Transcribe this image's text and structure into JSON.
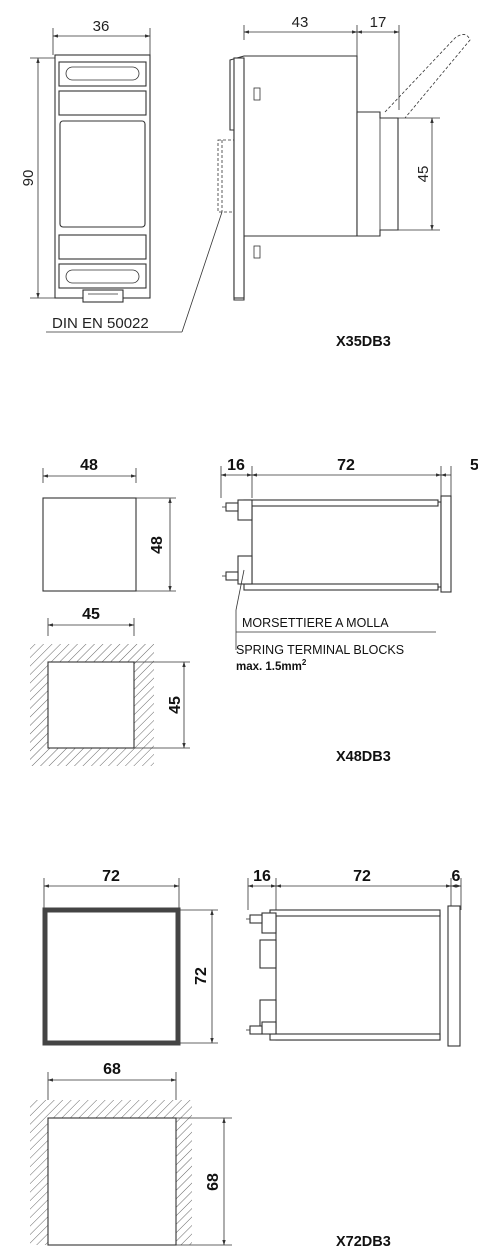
{
  "sections": [
    {
      "model": "X35DB3",
      "front_width": "36",
      "height": "90",
      "side_depth": "43",
      "protrusion": "17",
      "front_height": "45",
      "rail_label": "DIN EN 50022"
    },
    {
      "model": "X48DB3",
      "front_width": "48",
      "front_height": "48",
      "cutout_width": "45",
      "cutout_height": "45",
      "terminal_depth": "16",
      "body_depth": "72",
      "bezel": "5",
      "note_it": "MORSETTIERE A MOLLA",
      "note_en": "SPRING TERMINAL BLOCKS",
      "note_spec": "max. 1.5mm",
      "note_sup": "2"
    },
    {
      "model": "X72DB3",
      "front_width": "72",
      "front_height": "72",
      "cutout_width": "68",
      "cutout_height": "68",
      "terminal_depth": "16",
      "body_depth": "72",
      "bezel": "6"
    }
  ],
  "colors": {
    "line": "#333333",
    "frame": "#444444",
    "background": "#ffffff"
  }
}
